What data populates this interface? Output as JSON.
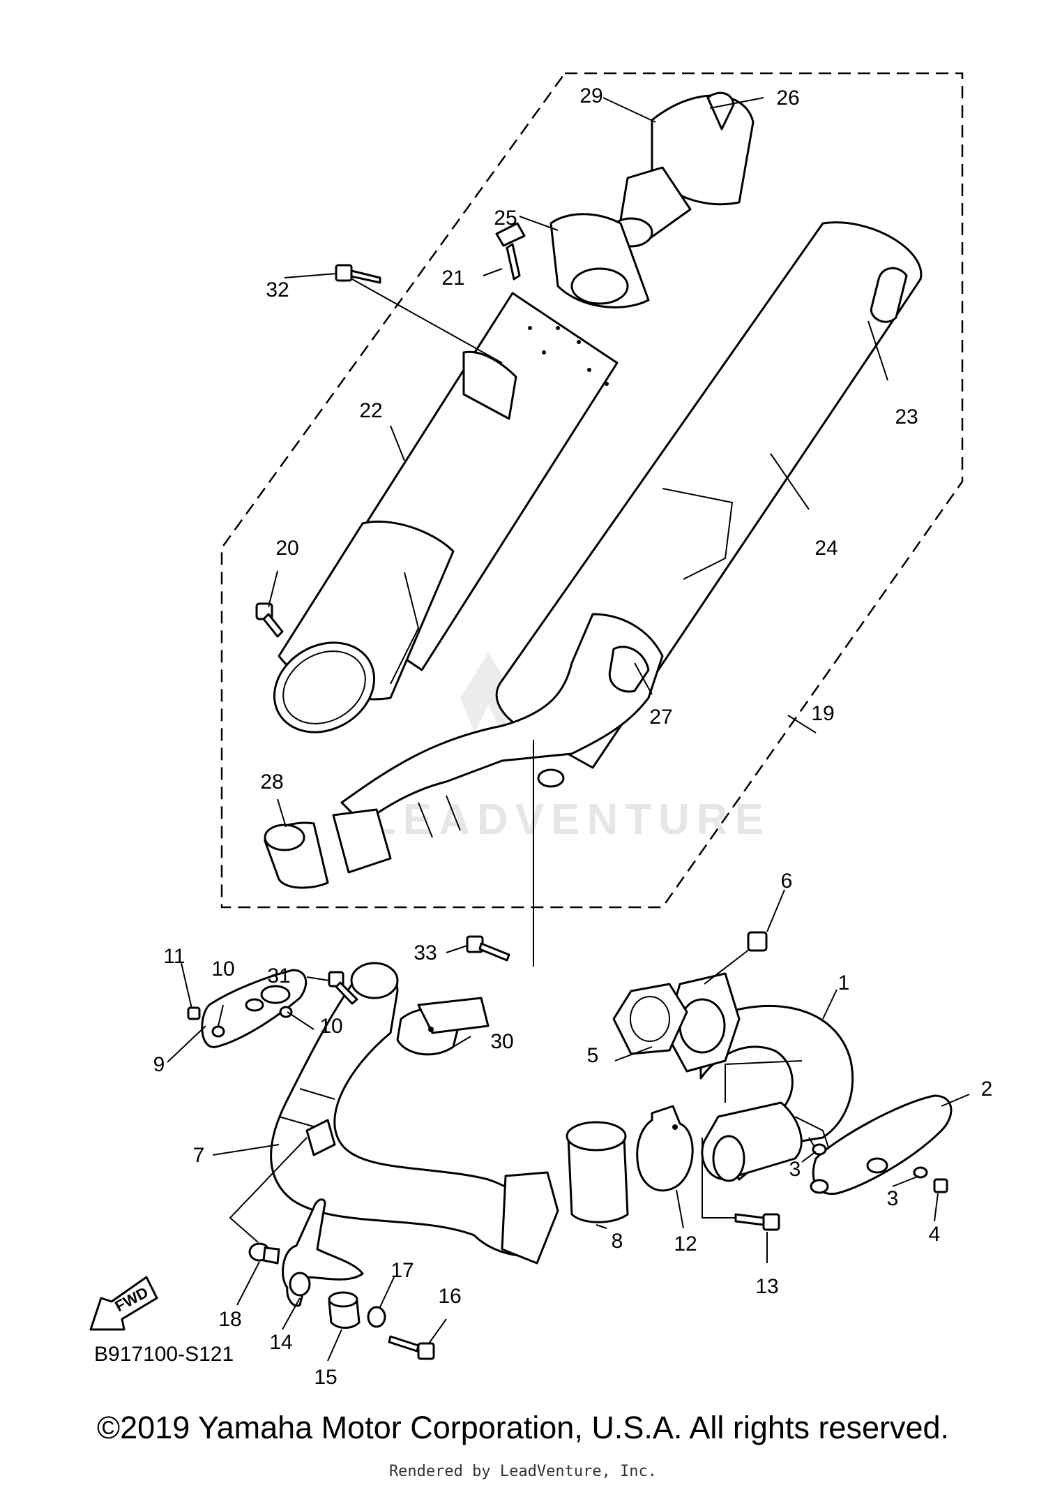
{
  "diagram": {
    "diagram_code": "B917100-S121",
    "fwd_label": "FWD",
    "watermark": "LEADVENTURE",
    "callouts": {
      "c1": "1",
      "c2": "2",
      "c3a": "3",
      "c3b": "3",
      "c4": "4",
      "c5": "5",
      "c6": "6",
      "c7": "7",
      "c8": "8",
      "c9": "9",
      "c10a": "10",
      "c10b": "10",
      "c11": "11",
      "c12": "12",
      "c13": "13",
      "c14": "14",
      "c15": "15",
      "c16": "16",
      "c17": "17",
      "c18": "18",
      "c19": "19",
      "c20": "20",
      "c21": "21",
      "c22": "22",
      "c23": "23",
      "c24": "24",
      "c25": "25",
      "c26": "26",
      "c27": "27",
      "c28": "28",
      "c29": "29",
      "c30": "30",
      "c31": "31",
      "c32": "32",
      "c33": "33"
    }
  },
  "footer": {
    "copyright": "©2019 Yamaha Motor Corporation, U.S.A. All rights reserved.",
    "rendered_by": "Rendered by LeadVenture, Inc."
  }
}
